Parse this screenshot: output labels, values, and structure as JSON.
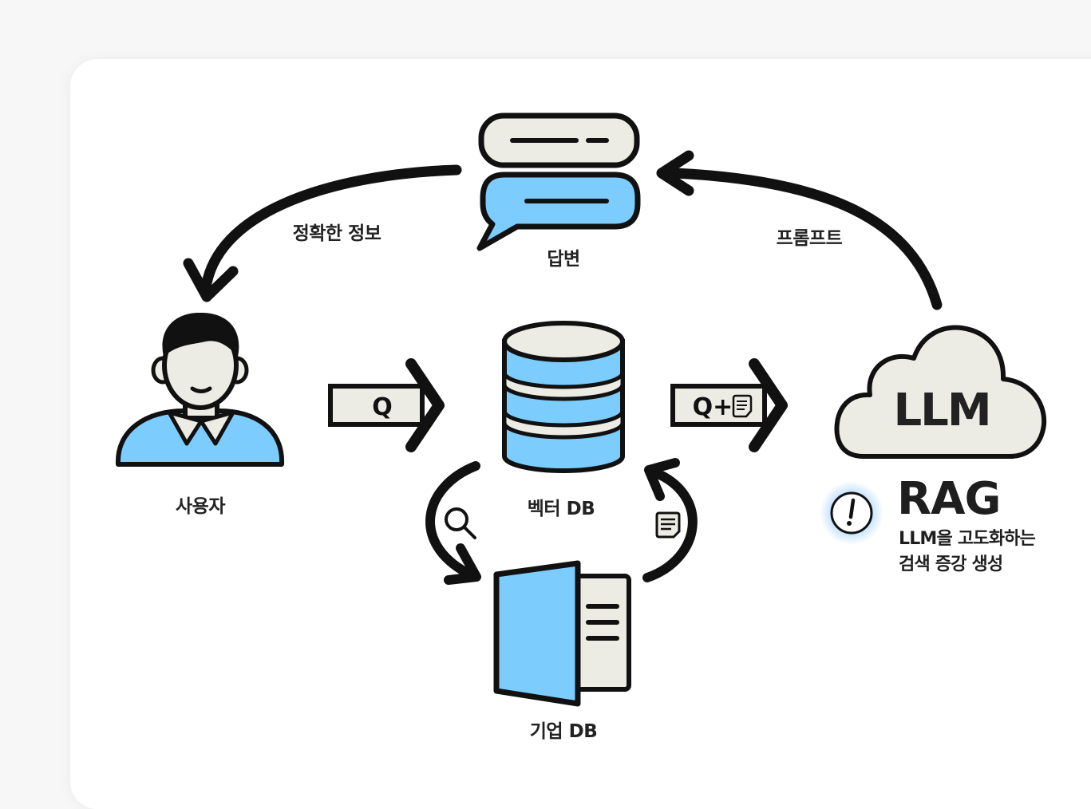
{
  "nodes": {
    "answer": "답변",
    "user": "사용자",
    "vector_db": "벡터 DB",
    "company_db": "기업 DB",
    "llm": "LLM"
  },
  "edges": {
    "accurate_info": "정확한 정보",
    "prompt": "프롬프트",
    "query": "Q",
    "query_plus": "Q+"
  },
  "rag": {
    "title": "RAG",
    "desc_line1": "LLM을 고도화하는",
    "desc_line2": "검색 증강 생성"
  },
  "colors": {
    "accent_blue": "#7ccdfd",
    "cream": "#ecebe4",
    "outline": "#111111",
    "glow": "#4aa8ff"
  }
}
